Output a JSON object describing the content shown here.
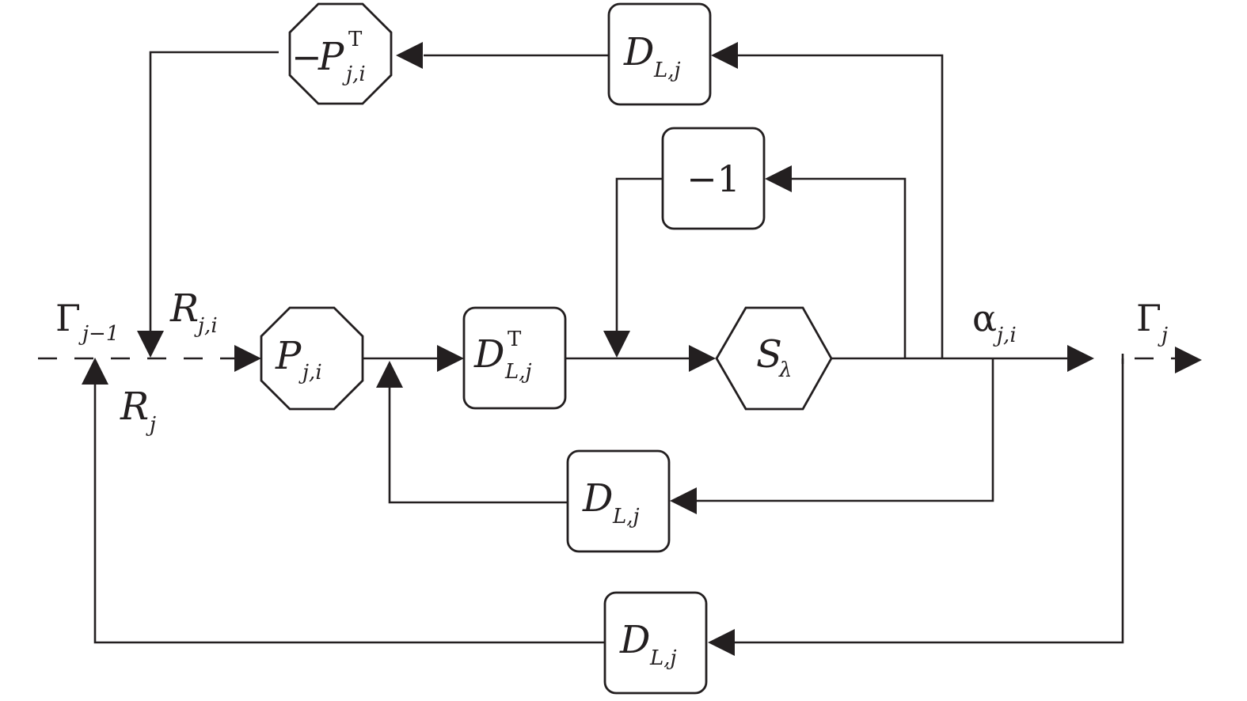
{
  "blocks": {
    "neg_p_transpose": {
      "minus": "−",
      "sym": "P",
      "sup": "T",
      "sub": "j,i"
    },
    "d_top": {
      "sym": "D",
      "sub": "L,j"
    },
    "neg_one": {
      "label": "−1"
    },
    "p_block": {
      "sym": "P",
      "sub": "j,i"
    },
    "d_transpose": {
      "sym": "D",
      "sup": "T",
      "sub": "L,j"
    },
    "s_lambda": {
      "sym": "S",
      "sub": "λ"
    },
    "d_middle": {
      "sym": "D",
      "sub": "L,j"
    },
    "d_bottom": {
      "sym": "D",
      "sub": "L,j"
    }
  },
  "signals": {
    "gamma_prev": {
      "sym": "Γ",
      "sub": "j−1"
    },
    "r_ji": {
      "sym": "R",
      "sub": "j,i"
    },
    "r_j": {
      "sym": "R",
      "sub": "j"
    },
    "alpha_ji": {
      "sym": "α",
      "sub": "j,i"
    },
    "gamma_j": {
      "sym": "Γ",
      "sub": "j"
    }
  }
}
